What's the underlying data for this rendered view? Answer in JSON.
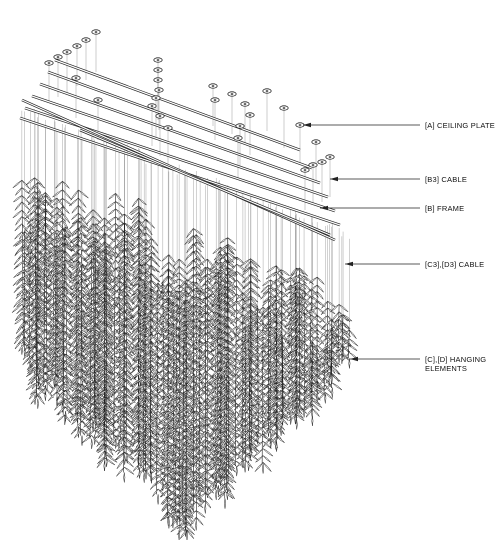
{
  "diagram": {
    "callouts": [
      {
        "id": "ceiling-plate",
        "text": "[A] CEILING PLATE"
      },
      {
        "id": "b3-cable",
        "text": "[B3] CABLE"
      },
      {
        "id": "frame",
        "text": "[B] FRAME"
      },
      {
        "id": "c3-d3-cable",
        "text": "[C3],[D3] CABLE"
      },
      {
        "id": "hanging-elements",
        "text": "[C],[D] HANGING ELEMENTS"
      }
    ],
    "colors": {
      "line": "#222222",
      "cable": "#9a9a9a",
      "background": "#ffffff"
    }
  }
}
